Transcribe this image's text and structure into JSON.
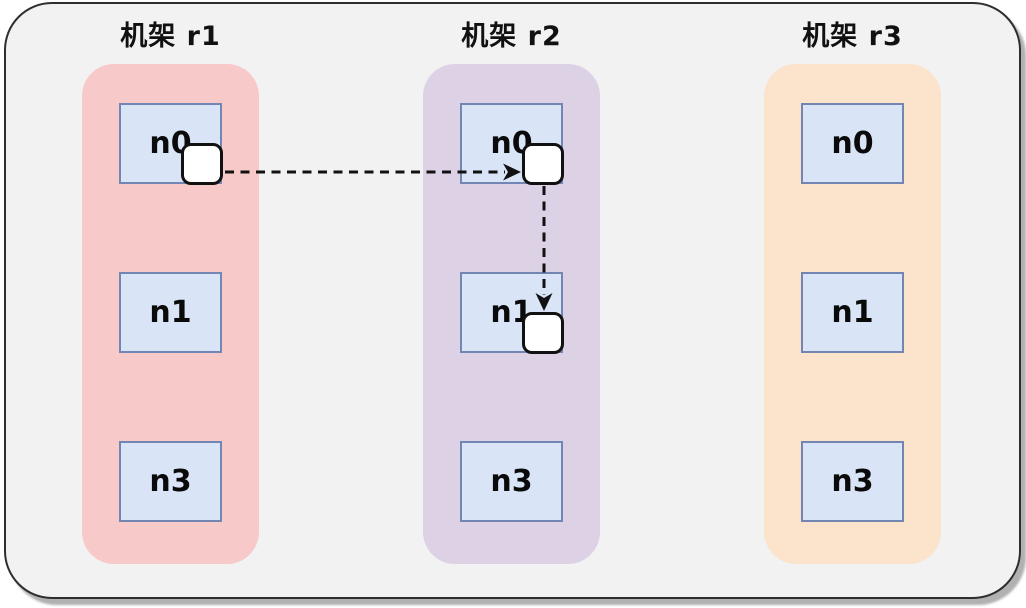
{
  "canvas": {
    "background": "#f2f2f3",
    "border_color": "#2e2e2e"
  },
  "racks": [
    {
      "id": "r1",
      "label": "机架 r1",
      "color": "#f8c9c9",
      "nodes": [
        {
          "label": "n0"
        },
        {
          "label": "n1"
        },
        {
          "label": "n3"
        }
      ]
    },
    {
      "id": "r2",
      "label": "机架 r2",
      "color": "#ddd2e5",
      "nodes": [
        {
          "label": "n0"
        },
        {
          "label": "n1"
        },
        {
          "label": "n3"
        }
      ]
    },
    {
      "id": "r3",
      "label": "机架 r3",
      "color": "#fce3cb",
      "nodes": [
        {
          "label": "n0"
        },
        {
          "label": "n1"
        },
        {
          "label": "n3"
        }
      ]
    }
  ],
  "node_style": {
    "fill": "#d9e5f7",
    "border": "#7386b3"
  },
  "handle_style": {
    "fill": "#ffffff",
    "border": "#111111"
  },
  "handles": [
    "r1:n0",
    "r2:n0",
    "r2:n1"
  ],
  "edges": [
    {
      "from": "r1:n0",
      "to": "r2:n0",
      "type": "dashed-arrow"
    },
    {
      "from": "r2:n0",
      "to": "r2:n1",
      "type": "dashed-arrow"
    }
  ]
}
